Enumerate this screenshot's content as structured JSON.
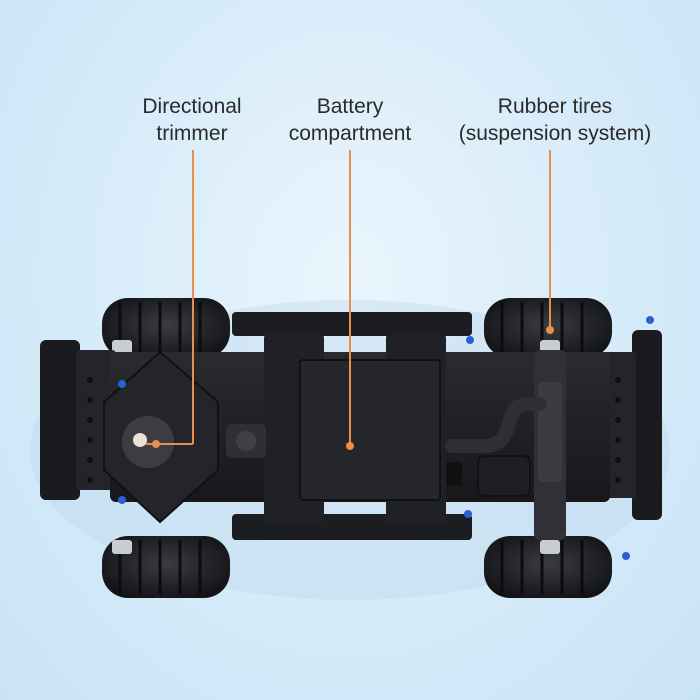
{
  "callouts": {
    "trimmer": {
      "line1": "Directional",
      "line2": "trimmer"
    },
    "battery": {
      "line1": "Battery",
      "line2": "compartment"
    },
    "tires": {
      "line1": "Rubber tires",
      "line2": "(suspension system)"
    }
  },
  "colors": {
    "background": "#d6ebf9",
    "callout_line": "#e8904a",
    "chassis": "#1c1d20",
    "accent_blue": "#2c5fd4"
  }
}
